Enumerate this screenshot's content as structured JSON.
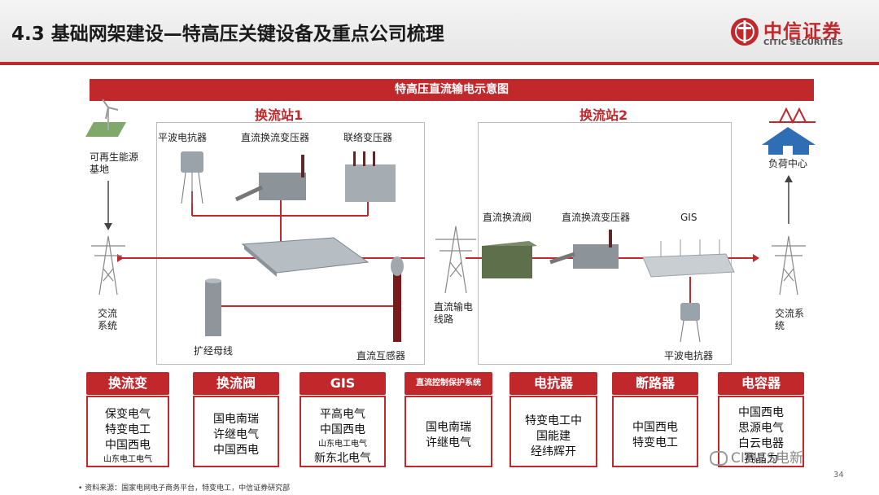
{
  "header": {
    "title": "4.3 基础网架建设—特高压关键设备及重点公司梳理",
    "logo_cn": "中信证券",
    "logo_en": "CITIC SECURITIES"
  },
  "diagram": {
    "banner": "特高压直流输电示意图",
    "station1_title": "换流站1",
    "station2_title": "换流站2",
    "labels": {
      "renewable": [
        "可再生能源",
        "基地"
      ],
      "ac_system_left": [
        "交流",
        "系统"
      ],
      "smoothing_reactor_1": "平波电抗器",
      "dc_converter_transformer_1": "直流换流变压器",
      "coupling_transformer": "联络变压器",
      "extended_busbar": "扩经母线",
      "dc_current_transformer": "直流互感器",
      "dc_line": [
        "直流输电",
        "线路"
      ],
      "dc_converter_valve": "直流换流阀",
      "dc_converter_transformer_2": "直流换流变压器",
      "gis": "GIS",
      "smoothing_reactor_2": "平波电抗器",
      "load_center": "负荷中心",
      "ac_system_right": [
        "交流系",
        "统"
      ]
    }
  },
  "categories": [
    {
      "title": "换流变",
      "companies": [
        "保变电气",
        "特变电工",
        "中国西电",
        "山东电工电气"
      ],
      "small_last": true
    },
    {
      "title": "换流阀",
      "companies": [
        "国电南瑞",
        "许继电气",
        "中国西电"
      ],
      "small_last": false
    },
    {
      "title": "GIS",
      "companies": [
        "平高电气",
        "中国西电",
        "山东电工电气",
        "新东北电气"
      ],
      "small_idx": [
        2
      ]
    },
    {
      "title": "直流控制保护系统",
      "companies": [
        "国电南瑞",
        "许继电气"
      ],
      "small_title": true
    },
    {
      "title": "电抗器",
      "companies": [
        "特变电工中",
        "国能建",
        "经纬辉开"
      ]
    },
    {
      "title": "断路器",
      "companies": [
        "中国西电",
        "特变电工"
      ]
    },
    {
      "title": "电容器",
      "companies": [
        "中国西电",
        "思源电气",
        "白云电器",
        "赛晶力"
      ]
    }
  ],
  "footer": {
    "source": "• 资料来源：国家电网电子商务平台，特变电工，中信证券研究部",
    "page_number": "34",
    "watermark": "CITICS电新"
  },
  "colors": {
    "accent": "#c0282c",
    "line": "#c0282c"
  }
}
